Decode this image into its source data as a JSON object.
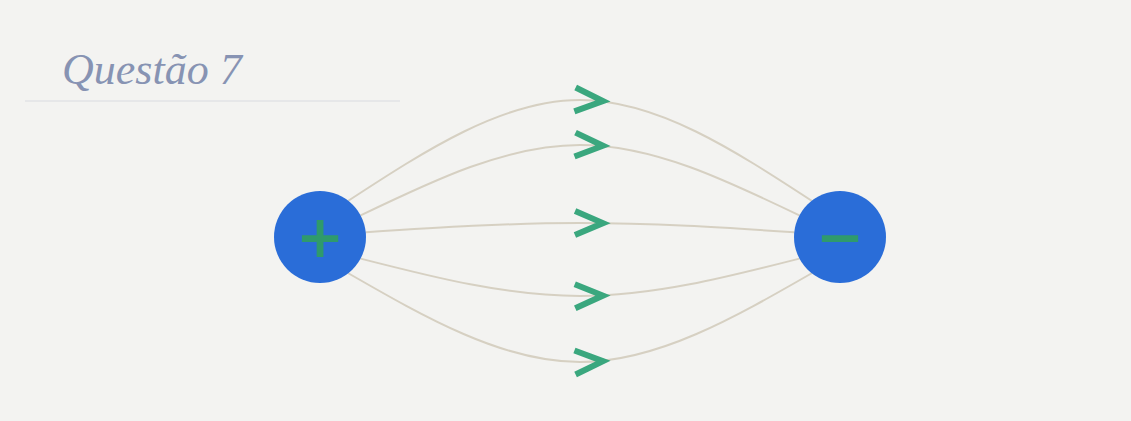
{
  "diagram": {
    "title": "Questão 7",
    "nodes": [
      {
        "text": [
          "+"
        ]
      },
      {
        "text": [
          "−"
        ]
      }
    ],
    "edges": [
      {
        "from": 0,
        "to": 1,
        "arrow": "to"
      },
      {
        "from": 0,
        "to": 1,
        "arrow": "to"
      },
      {
        "from": 0,
        "to": 1,
        "arrow": "to"
      },
      {
        "from": 0,
        "to": 1,
        "arrow": "to"
      },
      {
        "from": 0,
        "to": 1,
        "arrow": "to"
      }
    ]
  }
}
